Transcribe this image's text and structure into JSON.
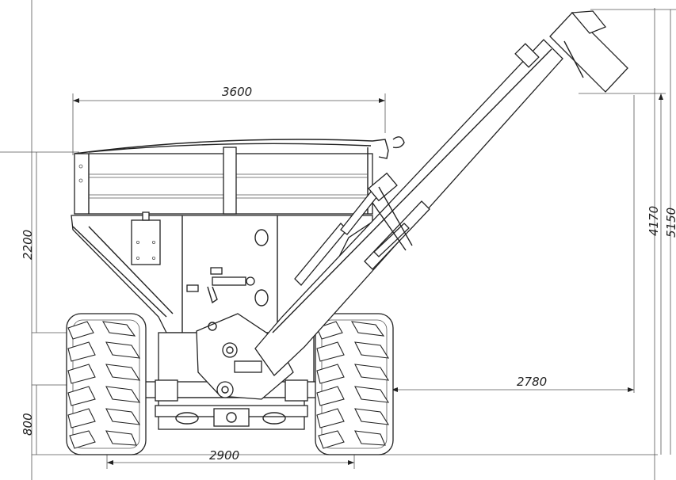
{
  "drawing": {
    "subject": "grain cart with folded-up unloading auger, rear view",
    "dimensions": {
      "overall_width": "3600",
      "box_height": "2200",
      "axle_height": "800",
      "track_width": "2900",
      "auger_reach": "2780",
      "auger_height": "4170",
      "total_height": "5150"
    }
  }
}
